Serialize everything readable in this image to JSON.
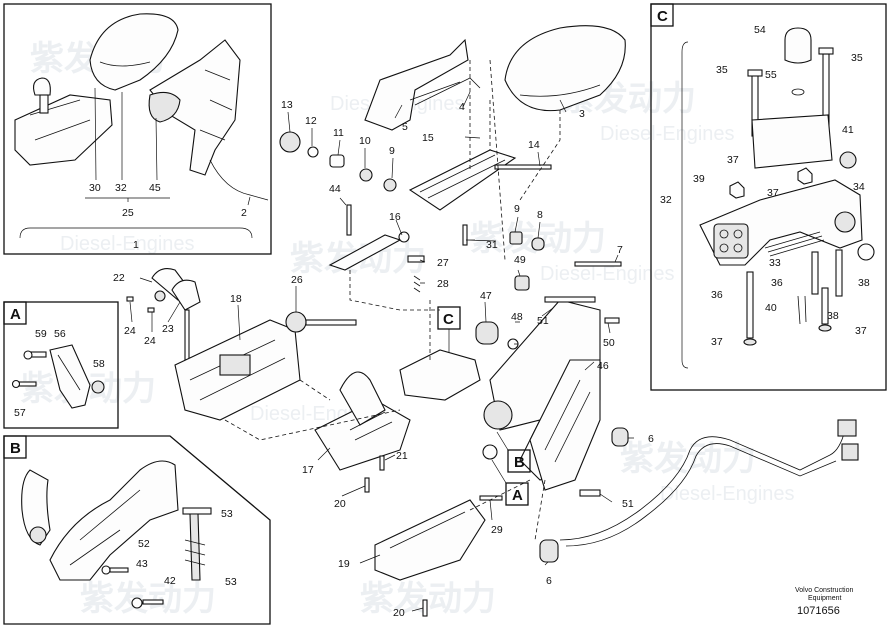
{
  "watermark": {
    "brand_cn": "紫发动力",
    "brand_en": "Diesel-Engines"
  },
  "footer": {
    "company_line1": "Volvo Construction",
    "company_line2": "Equipment",
    "figure_number": "1071656"
  },
  "detail_boxes": [
    {
      "letter": "A"
    },
    {
      "letter": "B"
    },
    {
      "letter": "C"
    }
  ],
  "callout_letters": {
    "a": "A",
    "b": "B",
    "c": "C"
  },
  "part_labels": {
    "p1": "1",
    "p2": "2",
    "p3": "3",
    "p4": "4",
    "p5": "5",
    "p6a": "6",
    "p6b": "6",
    "p7": "7",
    "p8a": "8",
    "p9a": "9",
    "p9b": "9",
    "p10": "10",
    "p11": "11",
    "p12": "12",
    "p13": "13",
    "p14": "14",
    "p15": "15",
    "p16": "16",
    "p17": "17",
    "p18": "18",
    "p19": "19",
    "p20a": "20",
    "p20b": "20",
    "p21": "21",
    "p22": "22",
    "p23": "23",
    "p24a": "24",
    "p24b": "24",
    "p25": "25",
    "p26": "26",
    "p27": "27",
    "p28": "28",
    "p29": "29",
    "p30": "30",
    "p31": "31",
    "p32": "32",
    "p33": "33",
    "p34": "34",
    "p35a": "35",
    "p35b": "35",
    "p36a": "36",
    "p36b": "36",
    "p37a": "37",
    "p37b": "37",
    "p37c": "37",
    "p37d": "37",
    "p38": "38",
    "p39": "39",
    "p40": "40",
    "p41": "41",
    "p42": "42",
    "p43": "43",
    "p44": "44",
    "p45": "45",
    "p46": "46",
    "p47": "47",
    "p48": "48",
    "p49": "49",
    "p50": "50",
    "p51a": "51",
    "p51b": "51",
    "p52": "52",
    "p53a": "53",
    "p53b": "53",
    "p54": "54",
    "p55": "55",
    "p56": "56",
    "p57": "57",
    "p58": "58",
    "p59": "59"
  },
  "colors": {
    "line": "#111111",
    "watermark": "#c9d3dc"
  }
}
